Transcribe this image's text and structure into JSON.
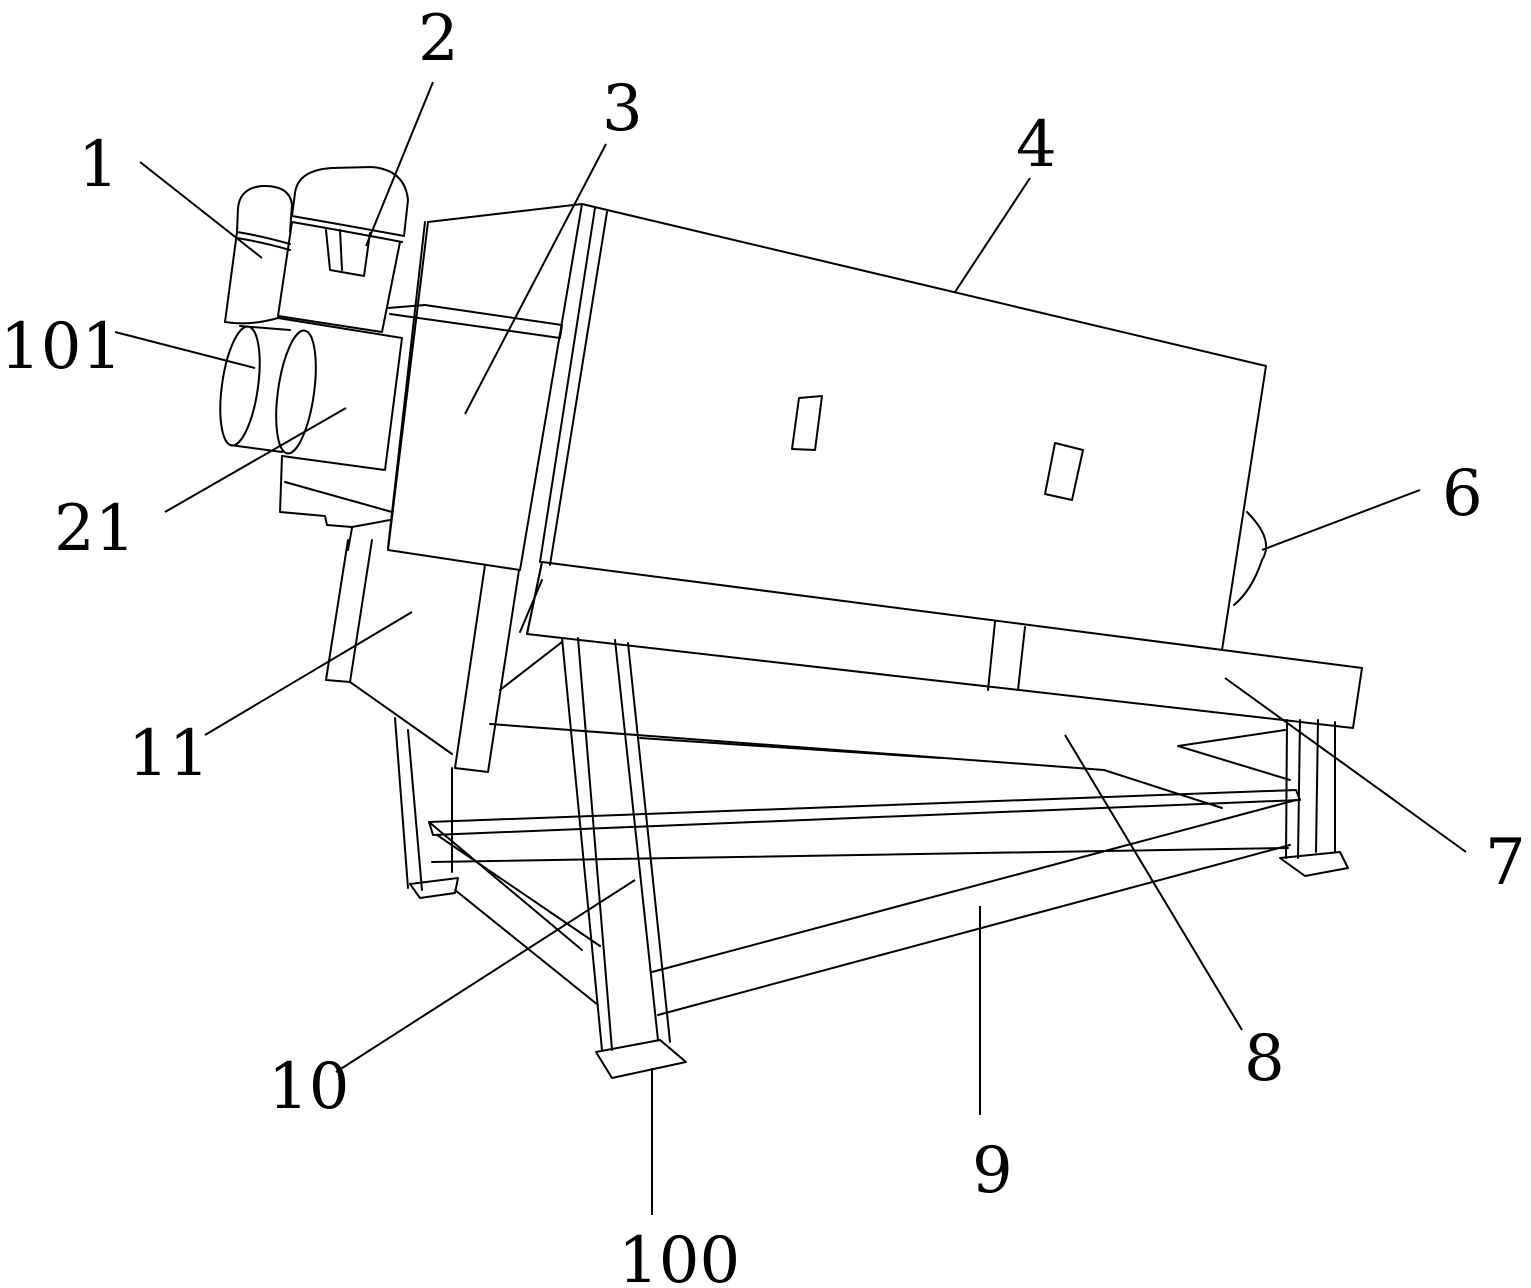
{
  "figure": {
    "labels": {
      "l1": "1",
      "l2": "2",
      "l3": "3",
      "l4": "4",
      "l101": "101",
      "l21": "21",
      "l6": "6",
      "l11": "11",
      "l7": "7",
      "l8": "8",
      "l10": "10",
      "l9": "9",
      "l100": "100"
    }
  }
}
